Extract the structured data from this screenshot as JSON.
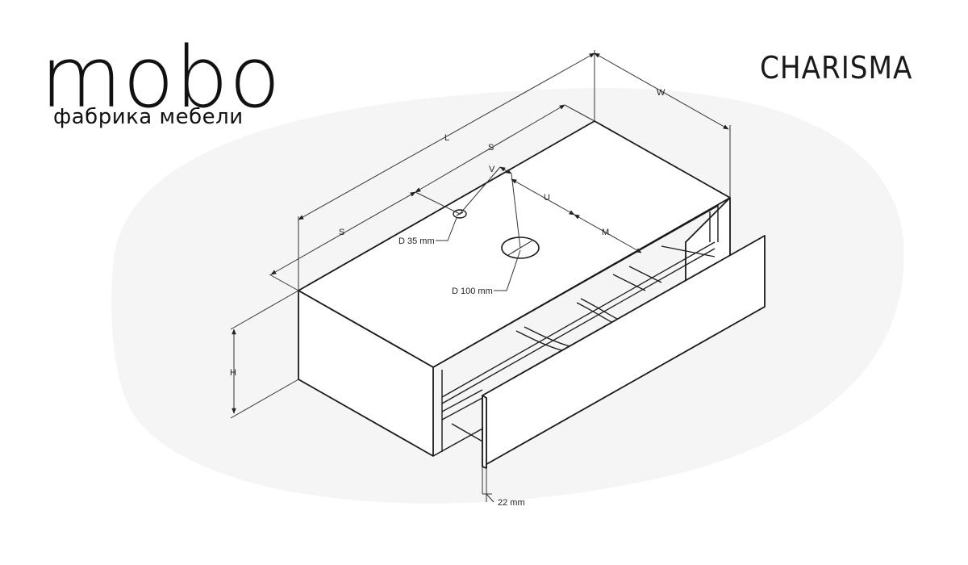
{
  "brand": {
    "wordmark": "mobo",
    "tagline": "фабрика мебели"
  },
  "product": {
    "name": "CHARISMA"
  },
  "dimensions": {
    "L": "L",
    "W": "W",
    "S_top": "S",
    "S_left": "S",
    "V": "V",
    "U": "U",
    "M": "M",
    "H": "H",
    "hole_small": "D 35 mm",
    "hole_large": "D 100 mm",
    "front_thickness": "22 mm"
  },
  "colors": {
    "line": "#1a1a1a",
    "dim_line": "#555555",
    "background_shape": "#f4f4f4"
  }
}
